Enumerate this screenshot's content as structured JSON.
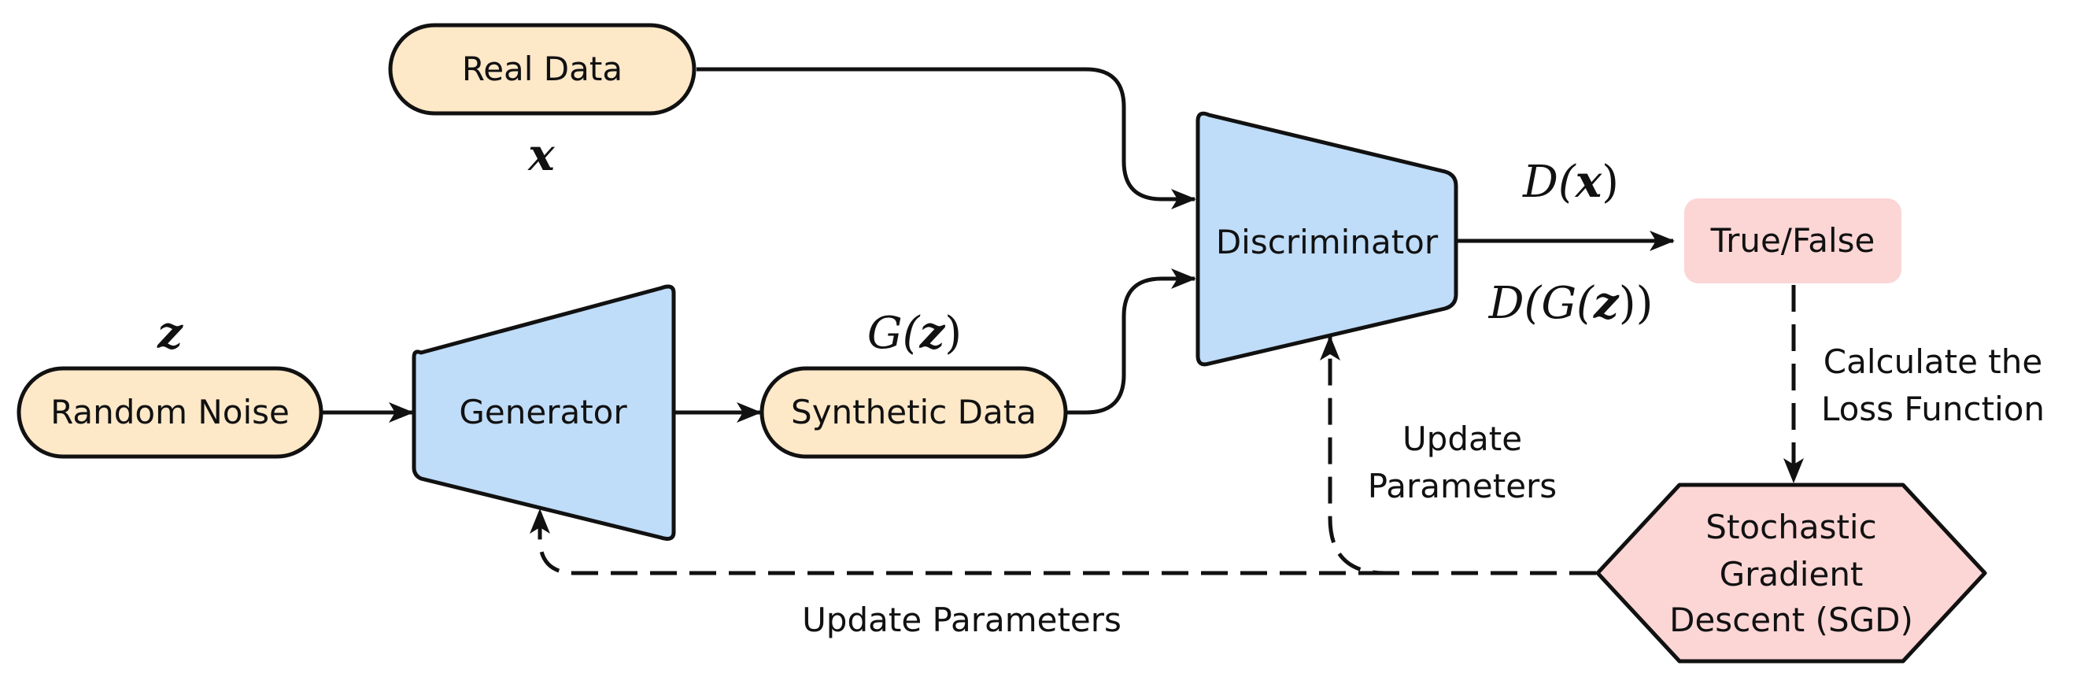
{
  "nodes": {
    "real_data": "Real Data",
    "random_noise": "Random Noise",
    "generator": "Generator",
    "synthetic_data": "Synthetic Data",
    "discriminator": "Discriminator",
    "true_false": "True/False",
    "sgd_line1": "Stochastic",
    "sgd_line2": "Gradient",
    "sgd_line3": "Descent (SGD)"
  },
  "math": {
    "x": "x",
    "z": "z",
    "g_prefix": "G(",
    "g_var": "z",
    "g_suffix": ")",
    "dx_prefix": "D(",
    "dx_var": "x",
    "dx_suffix": ")",
    "dgz_prefix": "D(G(",
    "dgz_var": "z",
    "dgz_suffix": "))"
  },
  "edges": {
    "loss_line1": "Calculate the",
    "loss_line2": "Loss Function",
    "update_disc_line1": "Update",
    "update_disc_line2": "Parameters",
    "update_gen": "Update Parameters"
  },
  "colors": {
    "data_fill": "#fde8c8",
    "network_fill": "#bfdcf8",
    "output_fill": "#fcd5d5",
    "stroke": "#111111"
  }
}
